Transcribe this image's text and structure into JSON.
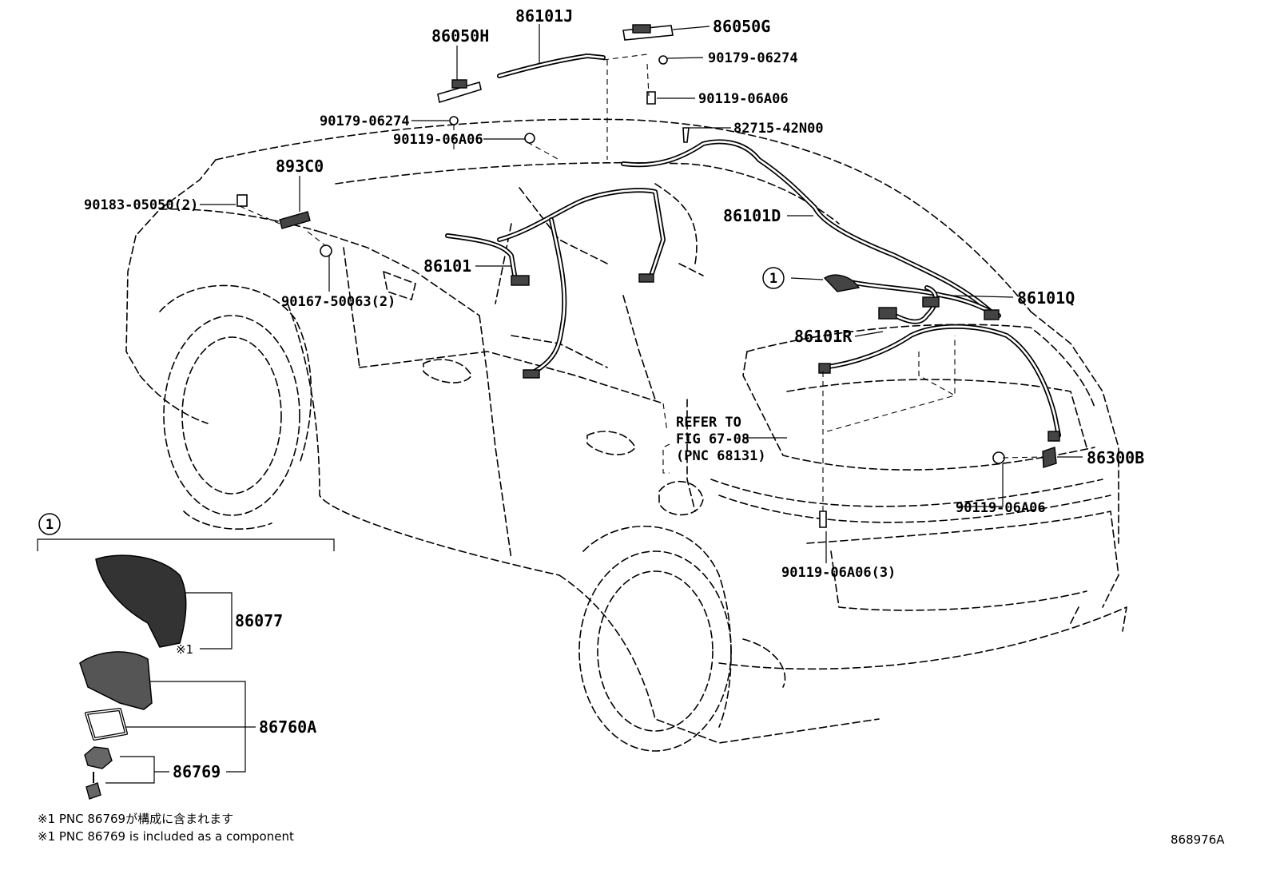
{
  "parts": {
    "p86050H": "86050H",
    "p86101J": "86101J",
    "p86050G": "86050G",
    "p90179_06274_r": "90179-06274",
    "p90119_06A06_top": "90119-06A06",
    "p90179_06274_l": "90179-06274",
    "p82715_42N00": "82715-42N00",
    "p90119_06A06_l": "90119-06A06",
    "p893C0": "893C0",
    "p90183_05050": "90183-05050(2)",
    "p86101D": "86101D",
    "p86101": "86101",
    "p90167_50063": "90167-50063(2)",
    "p86101Q": "86101Q",
    "p86101R": "86101R",
    "p86300B": "86300B",
    "p90119_06A06_rear": "90119-06A06",
    "p90119_06A06_3": "90119-06A06(3)",
    "p86077": "86077",
    "p86760A": "86760A",
    "p86769": "86769"
  },
  "refer": {
    "line1": "REFER TO",
    "line2": "FIG 67-08",
    "line3": "(PNC 68131)"
  },
  "callouts": {
    "circle_main": "1",
    "circle_detail": "1",
    "star_mark": "※1"
  },
  "notes": {
    "jp": "※1 PNC 86769が構成に含まれます",
    "en": "※1 PNC 86769 is included as a component"
  },
  "figure_id": "868976A"
}
